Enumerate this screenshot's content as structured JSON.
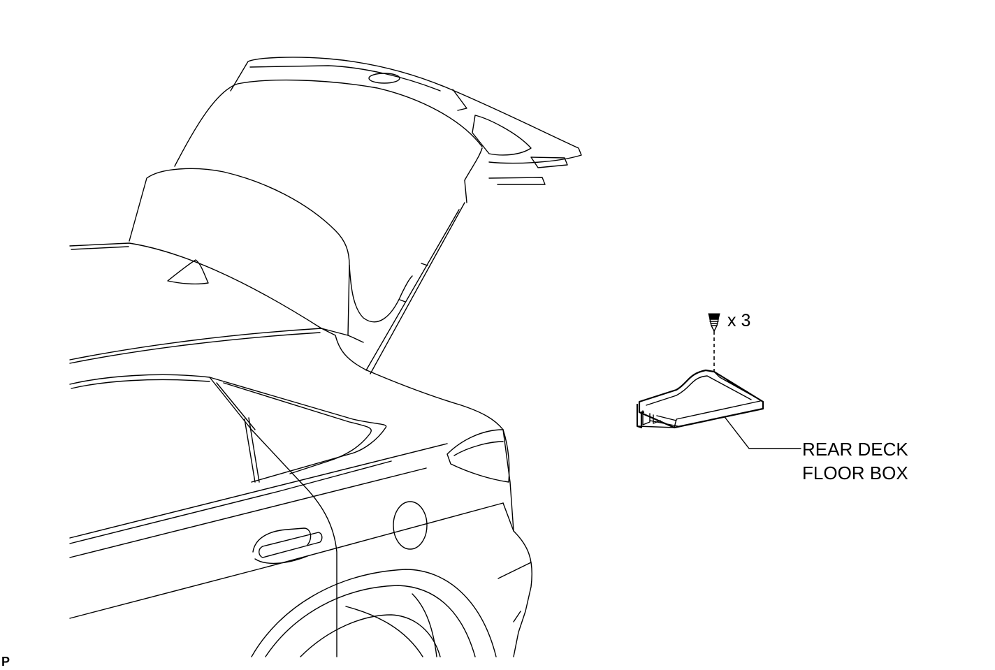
{
  "labels": {
    "part_line1": "REAR DECK",
    "part_line2": "FLOOR BOX",
    "quantity": "x 3",
    "corner_mark": "P"
  },
  "icons": {
    "clip": "clip-fastener-icon"
  },
  "colors": {
    "line": "#000000",
    "background": "#ffffff"
  }
}
